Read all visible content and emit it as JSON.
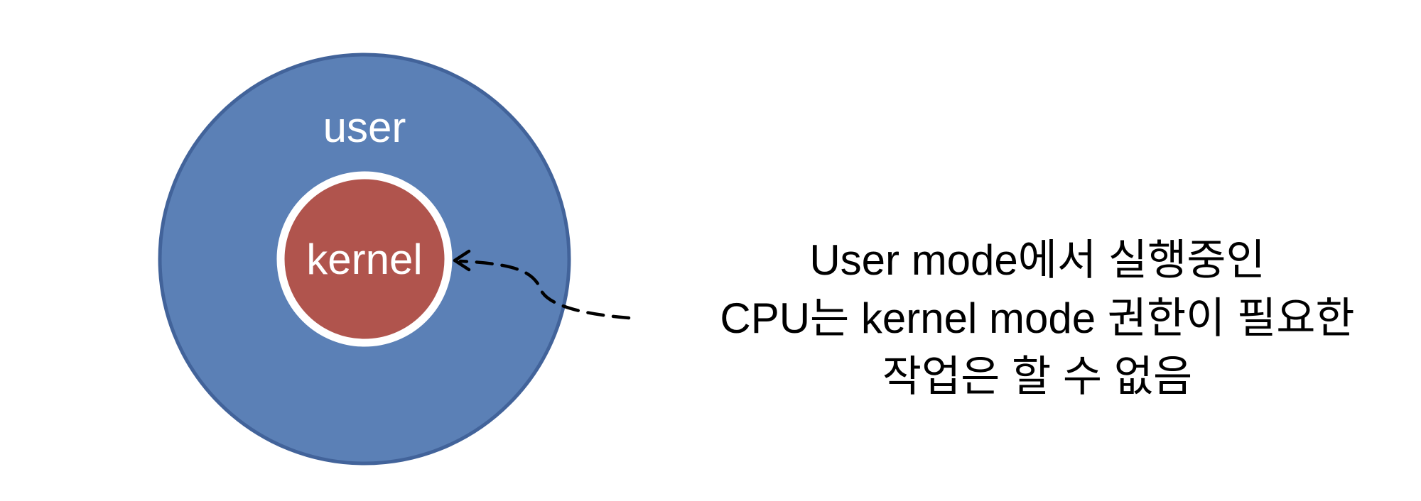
{
  "diagram": {
    "outer_circle": {
      "label": "user",
      "fill_color": "#5b80b6",
      "stroke_color": "#42639a"
    },
    "inner_circle": {
      "label": "kernel",
      "fill_color": "#b0544d",
      "stroke_color": "#ffffff"
    },
    "arrow": {
      "style": "dashed",
      "color": "#000000"
    }
  },
  "note": {
    "lines": [
      "User mode에서 실행중인",
      "CPU는 kernel mode 권한이 필요한",
      "작업은 할 수 없음"
    ]
  }
}
